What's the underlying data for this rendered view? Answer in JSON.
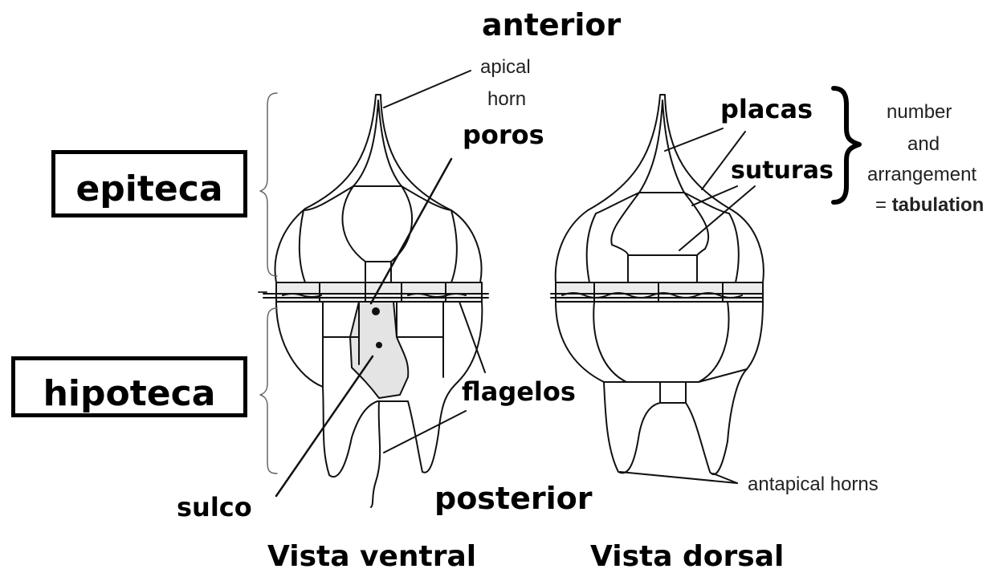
{
  "orientation": {
    "top": "anterior",
    "bottom": "posterior"
  },
  "regions": {
    "upper": "epiteca",
    "lower": "hipoteca"
  },
  "ventral": {
    "caption": "Vista ventral",
    "apical_line1": "apical",
    "apical_line2": "horn",
    "poros": "poros",
    "flagelos": "flagelos",
    "sulco": "sulco"
  },
  "dorsal": {
    "caption": "Vista dorsal",
    "placas": "placas",
    "suturas": "suturas",
    "antapical": "antapical horns"
  },
  "tabulation": {
    "line1": "number",
    "line2": "and",
    "line3": "arrangement",
    "line4_prefix": "= ",
    "line4_bold": "tabulation"
  }
}
